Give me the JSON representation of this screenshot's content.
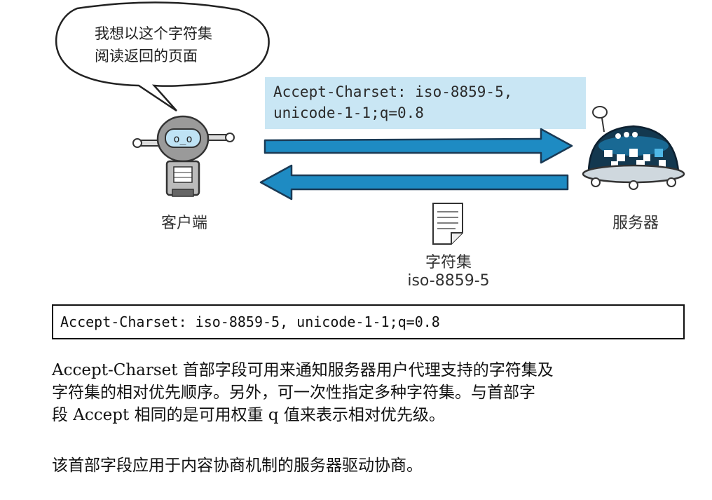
{
  "illustration": {
    "speech_bubble": {
      "line1": "我想以这个字符集",
      "line2": "阅读返回的页面"
    },
    "request_header": {
      "line1": "Accept-Charset: iso-8859-5,",
      "line2": "unicode-1-1;q=0.8"
    },
    "client_label": "客户端",
    "server_label": "服务器",
    "document": {
      "label": "字符集",
      "value": "iso-8859-5"
    },
    "colors": {
      "arrow": "#1e8bc3",
      "arrow_outline": "#1a3a55",
      "header_bg": "#c9e6f4"
    }
  },
  "code_example": "Accept-Charset: iso-8859-5, unicode-1-1;q=0.8",
  "paragraphs": {
    "p1": {
      "line1": "Accept-Charset 首部字段可用来通知服务器用户代理支持的字符集及",
      "line2": "字符集的相对优先顺序。另外，可一次性指定多种字符集。与首部字",
      "line3": "段 Accept 相同的是可用权重 q 值来表示相对优先级。"
    },
    "p2": {
      "line1": "该首部字段应用于内容协商机制的服务器驱动协商。"
    }
  }
}
